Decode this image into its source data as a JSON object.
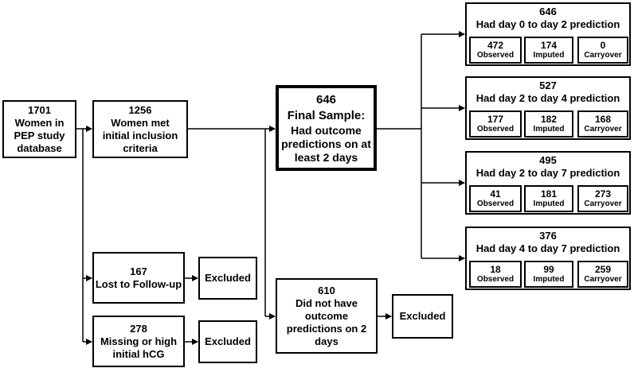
{
  "start": {
    "count": "1701",
    "lines": [
      "Women in",
      "PEP study",
      "database"
    ]
  },
  "inclusion": {
    "count": "1256",
    "lines": [
      "Women met",
      "initial inclusion",
      "criteria"
    ]
  },
  "final": {
    "count": "646",
    "lines": [
      "Final Sample:",
      "Had outcome",
      "predictions on at",
      "least 2 days"
    ]
  },
  "lost": {
    "count": "167",
    "label": "Lost to Follow-up",
    "excluded": "Excluded"
  },
  "missing": {
    "count": "278",
    "lines": [
      "Missing or high",
      "initial hCG"
    ],
    "excluded": "Excluded"
  },
  "no_outcome": {
    "count": "610",
    "lines": [
      "Did not have",
      "outcome",
      "predictions on 2",
      "days"
    ],
    "excluded": "Excluded"
  },
  "column_labels": {
    "observed": "Observed",
    "imputed": "Imputed",
    "carryover": "Carryover"
  },
  "predictions": [
    {
      "count": "646",
      "label": "Had day 0 to day 2 prediction",
      "observed": "472",
      "imputed": "174",
      "carryover": "0"
    },
    {
      "count": "527",
      "label": "Had day 2 to day 4 prediction",
      "observed": "177",
      "imputed": "182",
      "carryover": "168"
    },
    {
      "count": "495",
      "label": "Had day 2 to day 7 prediction",
      "observed": "41",
      "imputed": "181",
      "carryover": "273"
    },
    {
      "count": "376",
      "label": "Had day 4 to day 7 prediction",
      "observed": "18",
      "imputed": "99",
      "carryover": "259"
    }
  ]
}
